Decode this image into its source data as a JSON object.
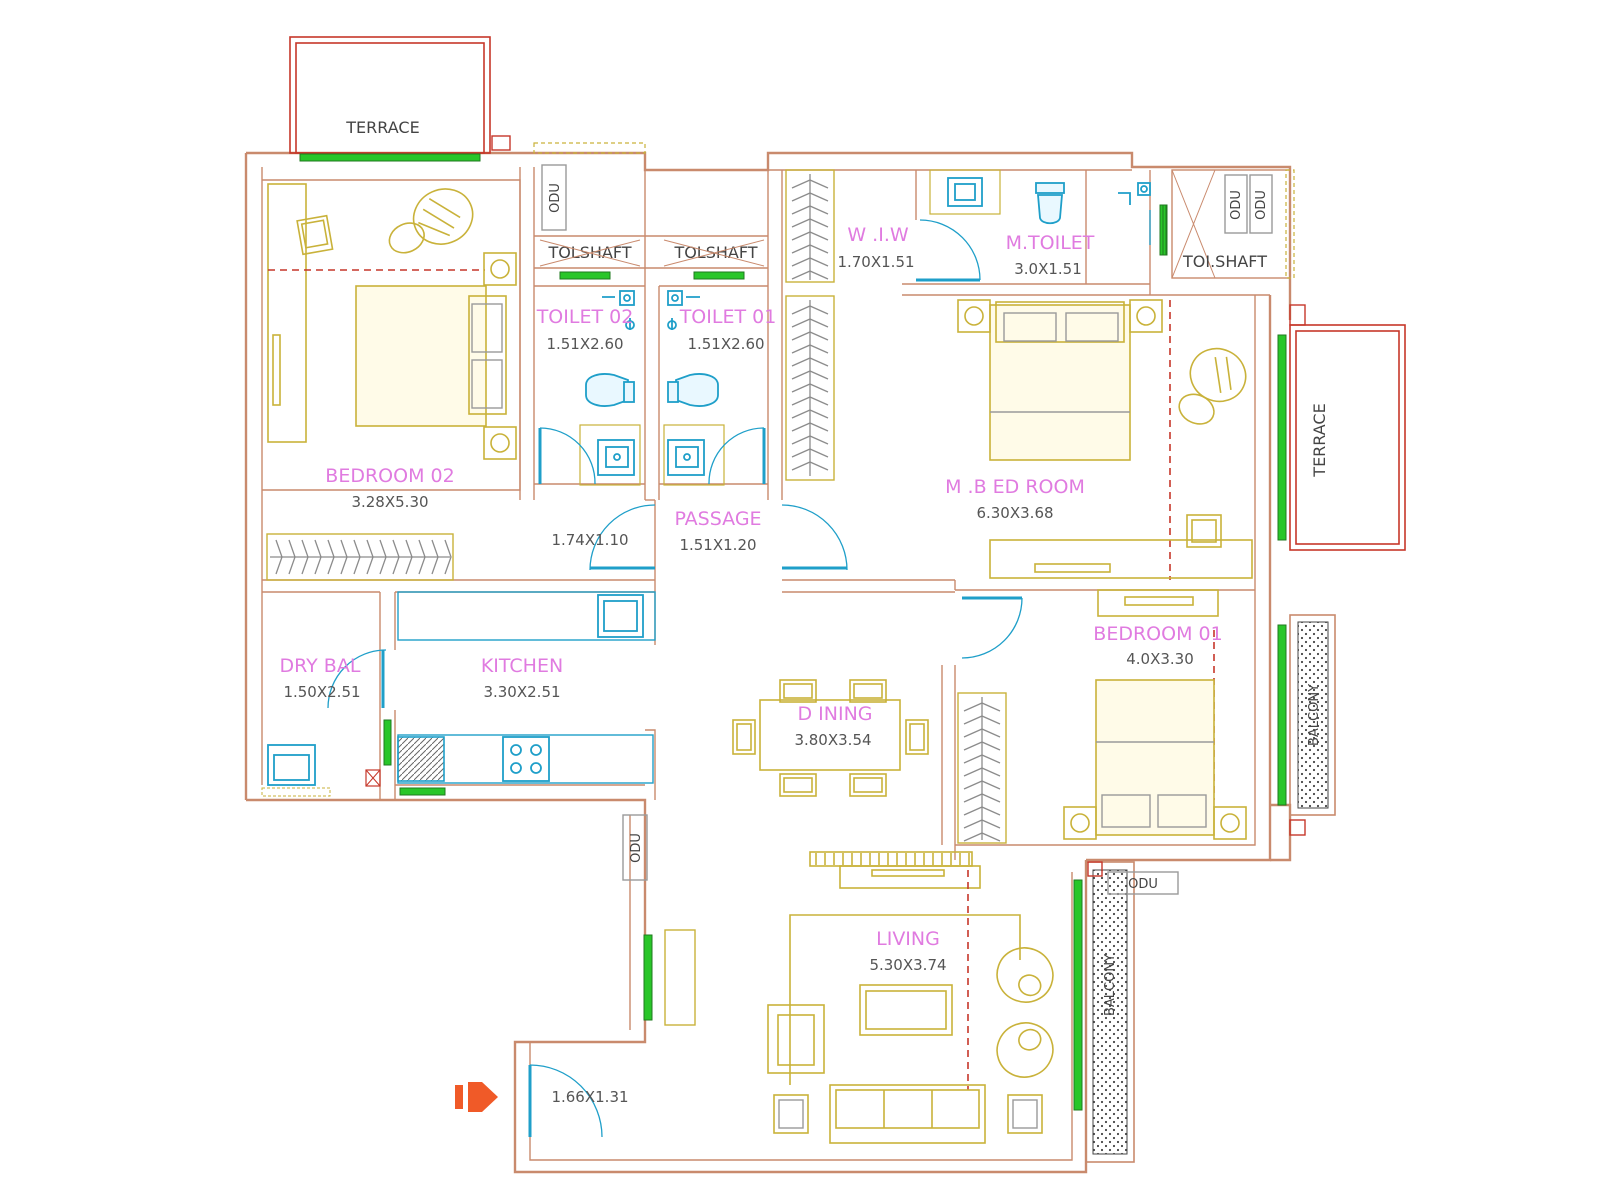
{
  "labels": {
    "terrace": "TERRACE",
    "tolshaft": "TOLSHAFT",
    "toishaft": "TOI.SHAFT",
    "odu": "ODU",
    "balcony": "BALCONY"
  },
  "rooms": {
    "bedroom02": {
      "name": "BEDROOM 02",
      "size": "3.28X5.30"
    },
    "toilet02": {
      "name": "TOILET 02",
      "size": "1.51X2.60"
    },
    "toilet01": {
      "name": "TOILET 01",
      "size": "1.51X2.60"
    },
    "wiw": {
      "name": "W .I.W",
      "size": "1.70X1.51"
    },
    "mtoilet": {
      "name": "M.TOILET",
      "size": "3.0X1.51"
    },
    "mbedroom": {
      "name": "M .B ED ROOM",
      "size": "6.30X3.68"
    },
    "passage": {
      "name": "PASSAGE",
      "size": "1.51X1.20"
    },
    "lobby": {
      "size": "1.74X1.10"
    },
    "drybal": {
      "name": "DRY BAL",
      "size": "1.50X2.51"
    },
    "kitchen": {
      "name": "KITCHEN",
      "size": "3.30X2.51"
    },
    "dining": {
      "name": "D INING",
      "size": "3.80X3.54"
    },
    "bedroom01": {
      "name": "BEDROOM 01",
      "size": "4.0X3.30"
    },
    "living": {
      "name": "LIVING",
      "size": "5.30X3.74"
    },
    "foyer": {
      "size": "1.66X1.31"
    }
  },
  "colors": {
    "wall": "#c98a6d",
    "furniture": "#c9b23a",
    "sanitary": "#1f9fc9",
    "window": "#29c629",
    "room_label": "#e07be0",
    "entry_arrow": "#f05a28"
  },
  "icons": [
    "entry-arrow-icon",
    "armchair-icon",
    "bed-icon",
    "wc-icon",
    "washbasin-icon",
    "hob-icon",
    "sink-icon",
    "washing-machine-icon",
    "tap-icon"
  ]
}
